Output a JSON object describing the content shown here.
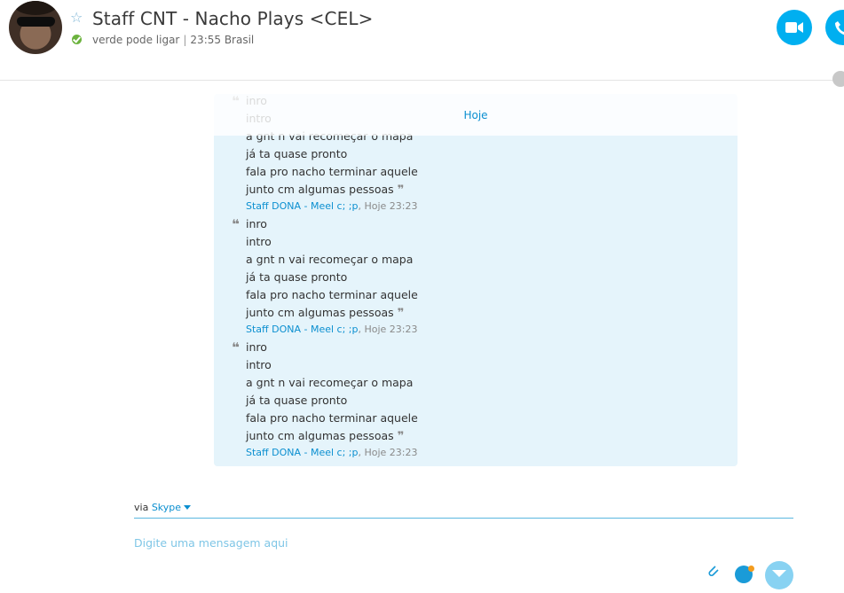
{
  "header": {
    "title": "Staff CNT - Nacho Plays <CEL>",
    "mood": "verde pode ligar",
    "separator": "|",
    "local_time": "23:55 Brasil"
  },
  "chat": {
    "date_label": "Hoje",
    "messages": [
      {
        "lines": [
          "inro",
          "intro",
          "a gnt n vai recomeçar o mapa",
          "já ta quase pronto",
          "fala pro nacho terminar aquele",
          "junto cm algumas pessoas"
        ],
        "author": "Staff DONA - Meel c; ;p",
        "time": ", Hoje 23:23"
      },
      {
        "lines": [
          "inro",
          "intro",
          "a gnt n vai recomeçar o mapa",
          "já ta quase pronto",
          "fala pro nacho terminar aquele",
          "junto cm algumas pessoas"
        ],
        "author": "Staff DONA - Meel c; ;p",
        "time": ", Hoje 23:23"
      },
      {
        "lines": [
          "inro",
          "intro",
          "a gnt n vai recomeçar o mapa",
          "já ta quase pronto",
          "fala pro nacho terminar aquele",
          "junto cm algumas pessoas"
        ],
        "author": "Staff DONA - Meel c; ;p",
        "time": ", Hoje 23:23"
      }
    ]
  },
  "composer": {
    "via": "via",
    "service": "Skype",
    "placeholder": "Digite uma mensagem aqui"
  },
  "colors": {
    "accent": "#00aff0",
    "link": "#0b8fd0",
    "bubble": "#e5f4fb",
    "status_online": "#6cb33e"
  },
  "icons": [
    "favorite-star-icon",
    "online-status-icon",
    "video-call-icon",
    "audio-call-icon",
    "add-people-icon",
    "quote-open-icon",
    "quote-close-icon",
    "attach-file-icon",
    "emoji-icon",
    "send-icon"
  ]
}
